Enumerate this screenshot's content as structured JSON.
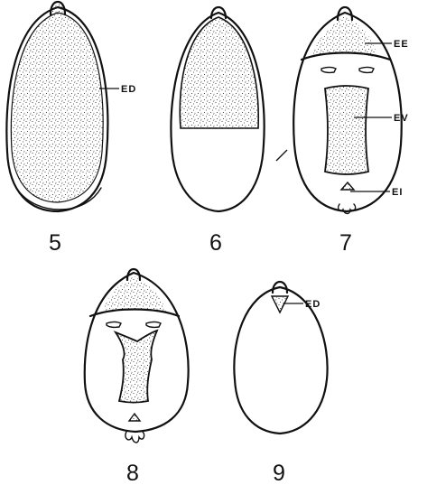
{
  "figures": [
    {
      "number": "5",
      "labels": [
        "ED"
      ]
    },
    {
      "number": "6",
      "labels": []
    },
    {
      "number": "7",
      "labels": [
        "EE",
        "EV",
        "EI"
      ]
    },
    {
      "number": "8",
      "labels": []
    },
    {
      "number": "9",
      "labels": [
        "ED"
      ]
    }
  ]
}
